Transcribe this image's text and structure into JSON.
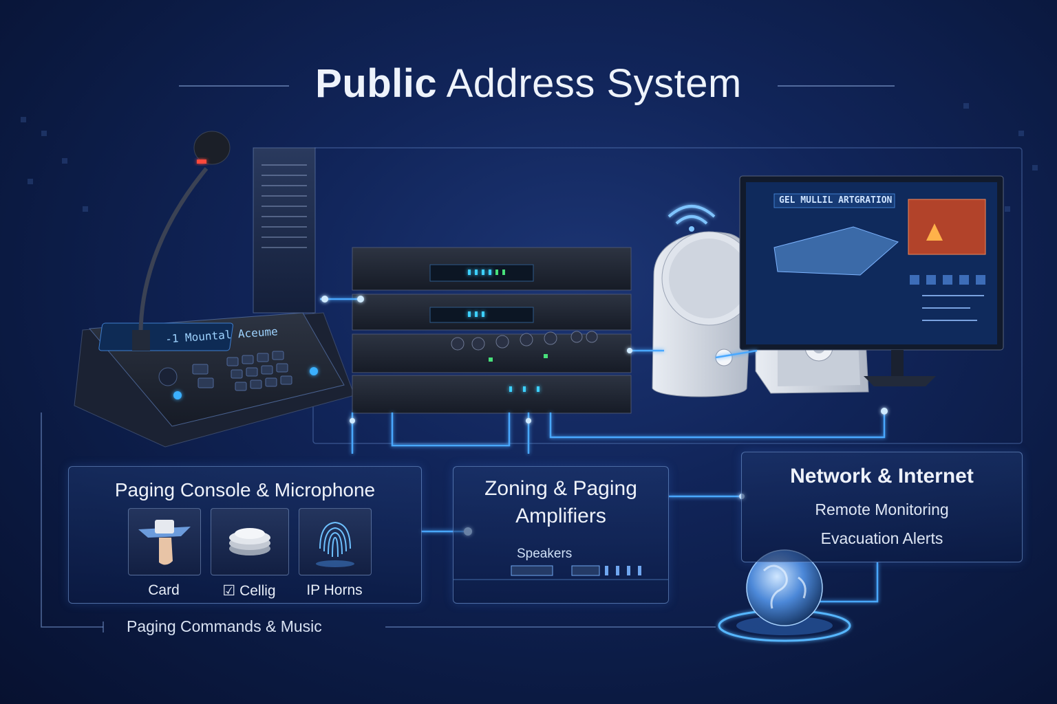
{
  "title": {
    "bold": "Public",
    "rest": "Address System"
  },
  "console": {
    "display_text": "-1 Mountal Aceume"
  },
  "monitor": {
    "header_text": "GEL MULLIL ARTGRATION"
  },
  "panels": {
    "paging": {
      "title": "Paging Console & Microphone",
      "tiles": [
        {
          "label": "Card",
          "icon": "card-hand-icon"
        },
        {
          "label": "Cellig",
          "icon": "ceiling-speaker-icon",
          "checkbox": "☑"
        },
        {
          "label": "IP Horns",
          "icon": "fingerprint-icon"
        }
      ]
    },
    "amplifiers": {
      "title_line1": "Zoning & Paging",
      "title_line2": "Amplifiers",
      "speakers_label": "Speakers"
    },
    "network": {
      "title": "Network & Internet",
      "line1": "Remote Monitoring",
      "line2": "Evacuation Alerts"
    }
  },
  "footer": {
    "caption": "Paging Commands & Music"
  },
  "colors": {
    "background": "#0b1a42",
    "accent": "#4aa8ff",
    "glow": "#7fc4ff",
    "alert": "#e0662a",
    "text": "#eef3fb"
  }
}
